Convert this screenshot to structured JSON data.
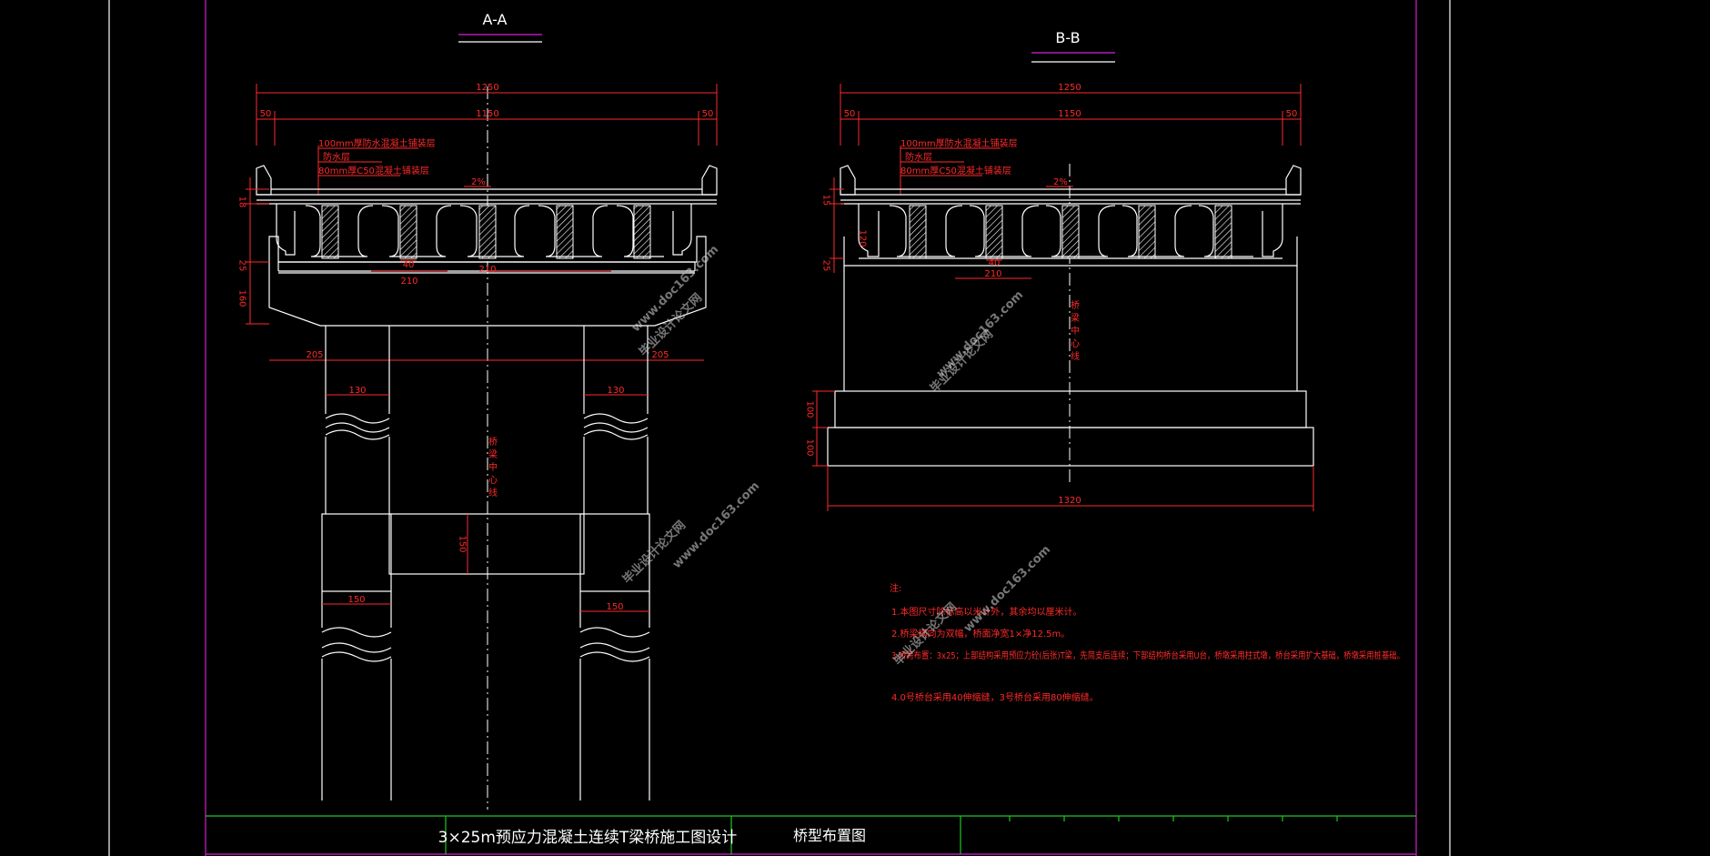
{
  "views": {
    "section_a": {
      "label": "A-A",
      "dims": {
        "total_width": "1250",
        "inner_width": "1150",
        "left_edge": "50",
        "right_edge": "50",
        "beam_spacing": "210",
        "beam_rib": "40",
        "cap_half": "210",
        "left_overhang": "205",
        "right_overhang": "205",
        "column_dia_upper": "130",
        "column_dia_lower": "150",
        "tie_beam_height": "150",
        "deck_thickness": "18",
        "cap_height_top": "25",
        "cap_height": "160",
        "cross_slope": "2%"
      },
      "layers": [
        "100mm厚防水混凝土铺装层",
        "防水层",
        "80mm厚C50混凝土铺装层"
      ],
      "centerline_label": "桥梁中心线"
    },
    "section_b": {
      "label": "B-B",
      "dims": {
        "total_width": "1250",
        "inner_width": "1150",
        "left_edge": "50",
        "right_edge": "50",
        "beam_spacing": "210",
        "beam_rib": "40",
        "deck_thickness": "15",
        "girder_height": "120",
        "bearing_height": "25",
        "footing_top_h": "100",
        "footing_bottom_h": "100",
        "footing_width": "1320",
        "cross_slope": "2%"
      },
      "layers": [
        "100mm厚防水混凝土铺装层",
        "防水层",
        "80mm厚C50混凝土铺装层"
      ],
      "centerline_label": "桥梁中心线"
    }
  },
  "notes": {
    "heading": "注:",
    "items": [
      "1.本图尺寸除标高以米计外，其余均以厘米计。",
      "2.桥梁横向为双幅，桥面净宽1×净12.5m。",
      "3.桥跨布置：3x25；上部结构采用预应力砼(后张)T梁，先简支后连续；下部结构桥台采用U台，桥墩采用柱式墩，桥台采用扩大基础，桥墩采用桩基础。",
      "4.0号桥台采用40伸缩缝，3号桥台采用80伸缩缝。"
    ]
  },
  "title_block": {
    "project": "3×25m预应力混凝土连续T梁桥施工图设计",
    "drawing": "桥型布置图"
  },
  "watermark": {
    "text_cn": "毕业设计论文网",
    "text_url": "www.doc163.com"
  },
  "colors": {
    "background": "#000000",
    "lines": "#ffffff",
    "dimensions": "#ff2a2a",
    "frame": "#b41ab4",
    "title_rule": "#1ec81e"
  }
}
